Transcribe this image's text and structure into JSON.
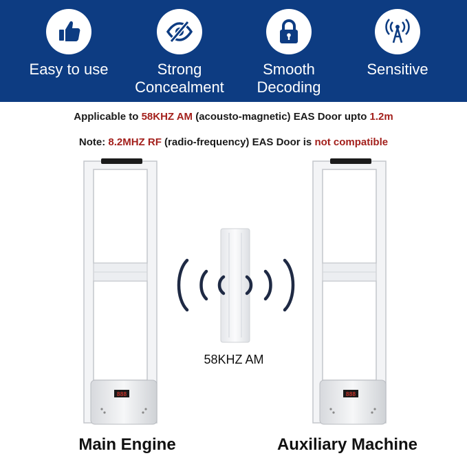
{
  "colors": {
    "banner_bg": "#0d3c82",
    "icon_fg": "#0d3c82",
    "highlight": "#a3201c",
    "waves": "#1f2a44"
  },
  "features": [
    {
      "icon": "thumbs-up-icon",
      "label_line1": "Easy to use",
      "label_line2": ""
    },
    {
      "icon": "eye-slash-icon",
      "label_line1": "Strong",
      "label_line2": "Concealment"
    },
    {
      "icon": "padlock-icon",
      "label_line1": "Smooth",
      "label_line2": "Decoding"
    },
    {
      "icon": "antenna-signal-icon",
      "label_line1": "Sensitive",
      "label_line2": ""
    }
  ],
  "info_line1": {
    "prefix": "Applicable to ",
    "highlight1": "58KHZ AM",
    "middle": " (acousto-magnetic) EAS Door upto ",
    "highlight2": "1.2m"
  },
  "info_line2": {
    "prefix": "Note: ",
    "highlight1": "8.2MHZ RF",
    "middle": " (radio-frequency) EAS Door is ",
    "highlight2": "not compatible"
  },
  "tag_label": "58KHZ AM",
  "display_readout": "888",
  "captions": {
    "main": "Main Engine",
    "auxiliary": "Auxiliary Machine"
  }
}
